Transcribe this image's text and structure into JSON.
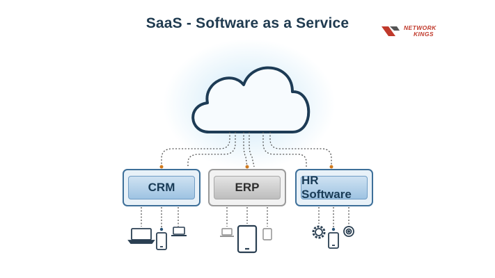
{
  "title": "SaaS - Software as a Service",
  "logo": {
    "line1": "NETWORK",
    "line2": "KINGS"
  },
  "services": [
    {
      "label": "CRM"
    },
    {
      "label": "ERP"
    },
    {
      "label": "HR Software"
    }
  ],
  "colors": {
    "title": "#1f3a4f",
    "blue_accent": "#3d6f99",
    "gray_accent": "#9a9a9a",
    "connector_dot": "#d07a1e",
    "logo_red": "#c0392b"
  },
  "icons": [
    "cloud-icon",
    "laptop-icon",
    "phone-icon",
    "tablet-icon",
    "gear-icon",
    "target-icon"
  ]
}
